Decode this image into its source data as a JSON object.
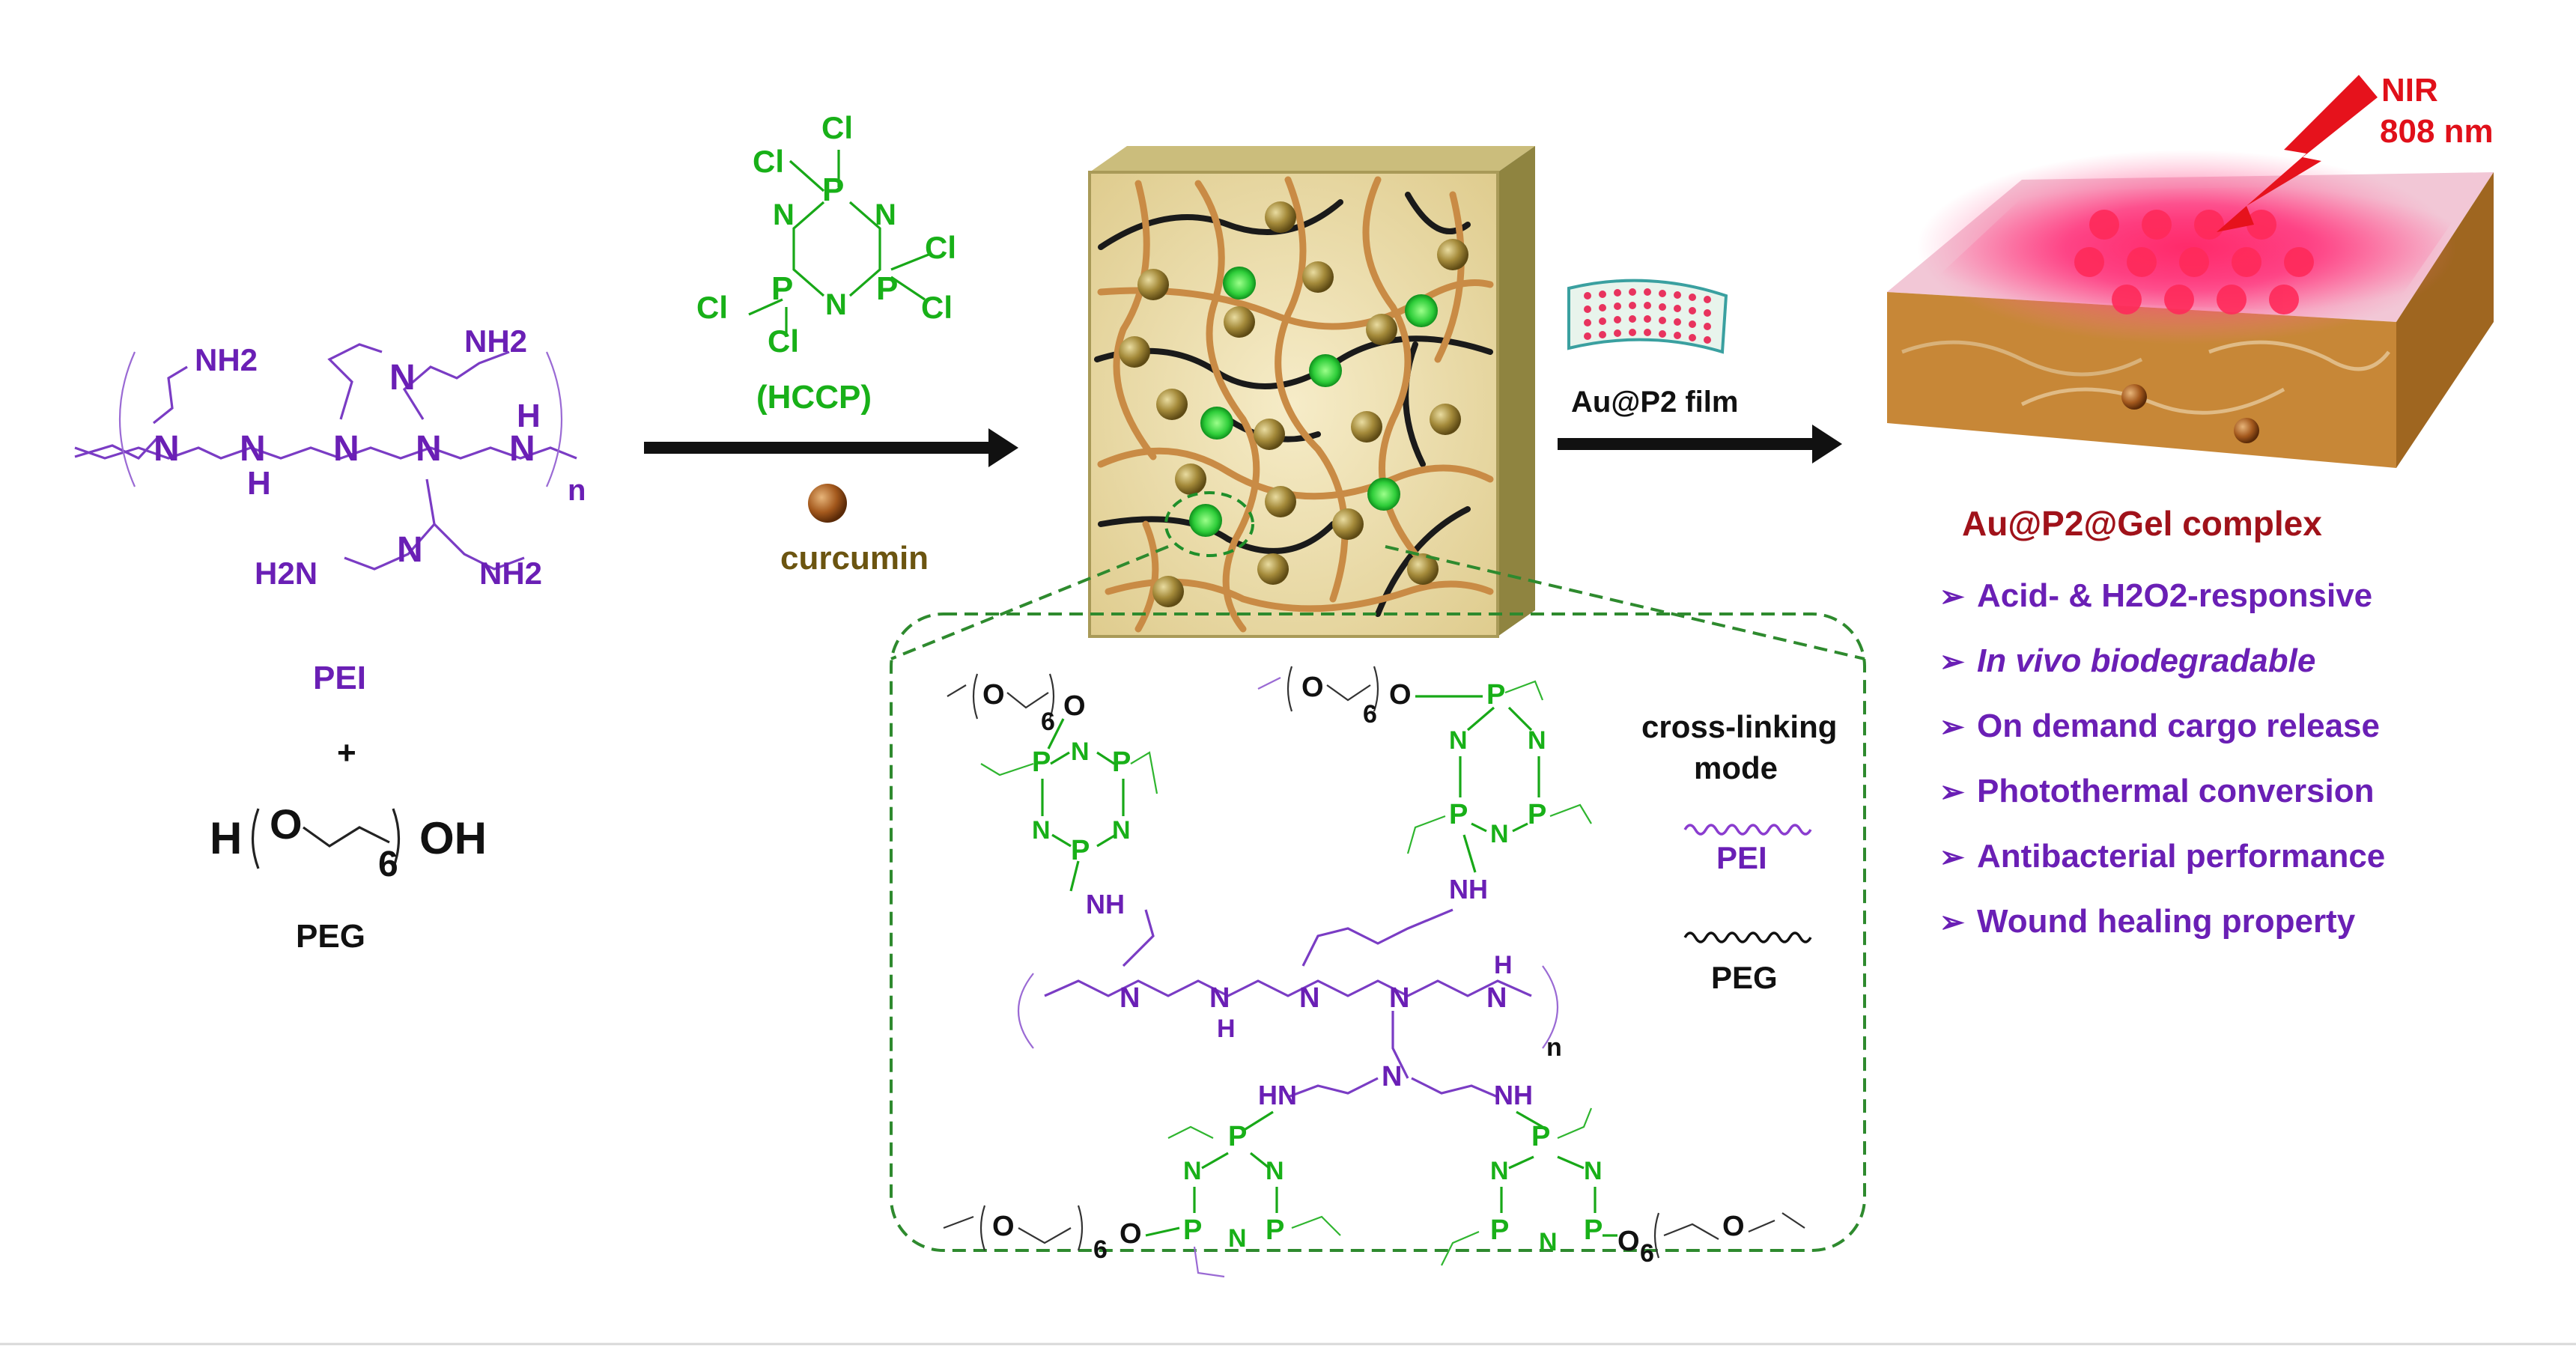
{
  "pei": {
    "nh2_top_left": "NH2",
    "nh2_top_right": "NH2",
    "h2n_bottom": "H2N",
    "nh2_bottom": "NH2",
    "n_repeat": "n",
    "label": "PEI",
    "plus": "+"
  },
  "peg": {
    "h": "H",
    "o": "O",
    "six": "6",
    "oh": "OH",
    "label": "PEG"
  },
  "hccp": {
    "cl": "Cl",
    "p": "P",
    "n": "N",
    "label": "(HCCP)"
  },
  "curcumin": {
    "label": "curcumin"
  },
  "film": {
    "label": "Au@P2 film"
  },
  "nir": {
    "line1": "NIR",
    "line2": "808 nm"
  },
  "complex": {
    "label": "Au@P2@Gel complex"
  },
  "features": [
    {
      "text": "Acid- & H2O2-responsive"
    },
    {
      "text": "In vivo biodegradable"
    },
    {
      "text": "On demand cargo release"
    },
    {
      "text": "Photothermal conversion"
    },
    {
      "text": "Antibacterial performance"
    },
    {
      "text": "Wound healing property"
    }
  ],
  "crosslink": {
    "title_line1": "cross-linking",
    "title_line2": "mode",
    "pei_legend": "PEI",
    "peg_legend": "PEG",
    "nh": "NH",
    "hn": "HN",
    "h": "H",
    "n": "N",
    "o": "O",
    "six": "6",
    "n_repeat": "n"
  },
  "colors": {
    "pei": "#6a1fb5",
    "hccp": "#18b018",
    "complex_label": "#a0121a",
    "nir": "#e0101a",
    "gel_fiber": "#c98b45",
    "gel_bg": "#efe0b0"
  }
}
